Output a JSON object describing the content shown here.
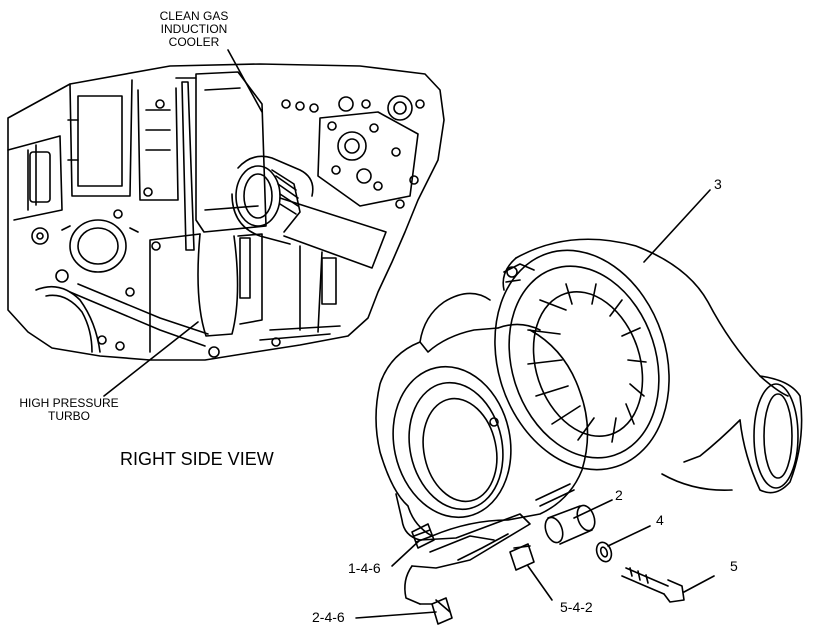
{
  "labels": {
    "clean_gas": "CLEAN GAS\nINDUCTION\nCOOLER",
    "hp_turbo": "HIGH PRESSURE\nTURBO",
    "view_title": "RIGHT SIDE VIEW"
  },
  "callouts": {
    "c3": "3",
    "c2": "2",
    "c4": "4",
    "c5": "5",
    "c146": "1-4-6",
    "c542": "5-4-2",
    "c246": "2-4-6"
  },
  "colors": {
    "ink": "#000000",
    "paper": "#ffffff"
  }
}
